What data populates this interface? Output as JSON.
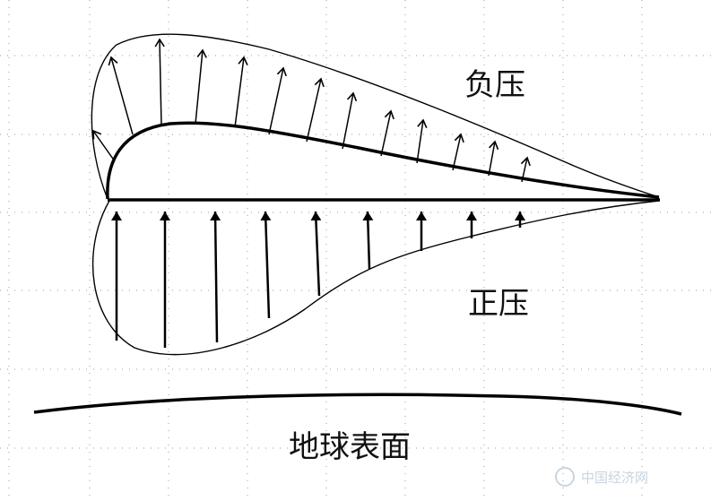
{
  "labels": {
    "negative_pressure": "负压",
    "positive_pressure": "正压",
    "earth_surface": "地球表面"
  },
  "watermark": {
    "text": "中国经济网"
  },
  "colors": {
    "line": "#000000",
    "grid_dots": "#9a9a9a",
    "watermark": "#c9d4de"
  },
  "icons": {
    "arrow": "arrow-up-icon"
  }
}
